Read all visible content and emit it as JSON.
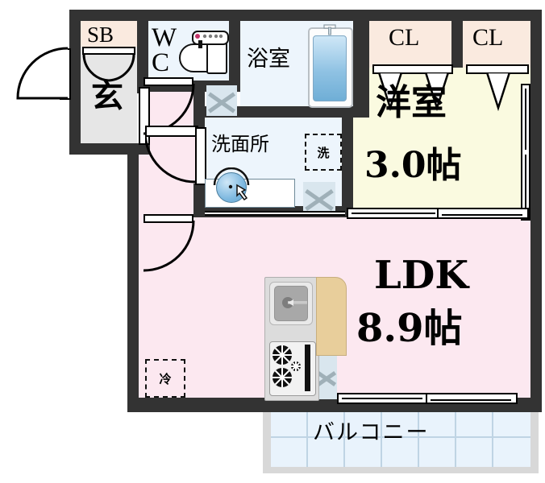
{
  "plan": {
    "type": "japanese-apartment-floorplan",
    "rooms": [
      {
        "id": "sb",
        "label": "SB",
        "name": "shoe-box",
        "color": "#FAEADF"
      },
      {
        "id": "genkan",
        "label": "玄",
        "name": "entrance",
        "color": "#E6E6E6"
      },
      {
        "id": "wc",
        "label": "WC",
        "name": "toilet",
        "color": "#EDF5FC"
      },
      {
        "id": "yokushitsu",
        "label": "浴室",
        "name": "bathroom",
        "color": "#EDF5FC"
      },
      {
        "id": "senmenjo",
        "label": "洗面所",
        "name": "washroom",
        "color": "#EDF5FC"
      },
      {
        "id": "cl1",
        "label": "CL",
        "name": "closet-1",
        "color": "#FAEADF"
      },
      {
        "id": "cl2",
        "label": "CL",
        "name": "closet-2",
        "color": "#FAEADF"
      },
      {
        "id": "yoshitsu",
        "label": "洋室",
        "size": "3.0帖",
        "name": "western-room",
        "color": "#FAFAE0"
      },
      {
        "id": "ldk",
        "label": "LDK",
        "size": "8.9帖",
        "name": "living-dining-kitchen",
        "color": "#FCE8F0"
      },
      {
        "id": "balcony",
        "label": "バルコニー",
        "name": "balcony",
        "color": "#E9F3FC"
      }
    ],
    "tags": [
      {
        "id": "sen",
        "label": "洗",
        "name": "washing-machine-space"
      },
      {
        "id": "rei",
        "label": "冷",
        "name": "refrigerator-space"
      }
    ],
    "colors": {
      "wall": "#333333",
      "ldk_fill": "#FCE8F0",
      "room_fill": "#FAFAE0",
      "closet_fill": "#FAEADF",
      "wet_fill": "#EDF5FC",
      "genkan_fill": "#E6E6E6",
      "balcony_fill": "#E9F3FC",
      "balcony_frame": "#D8D8D8",
      "counter": "#E8CE9B",
      "tub": "#8FC2E3"
    }
  }
}
